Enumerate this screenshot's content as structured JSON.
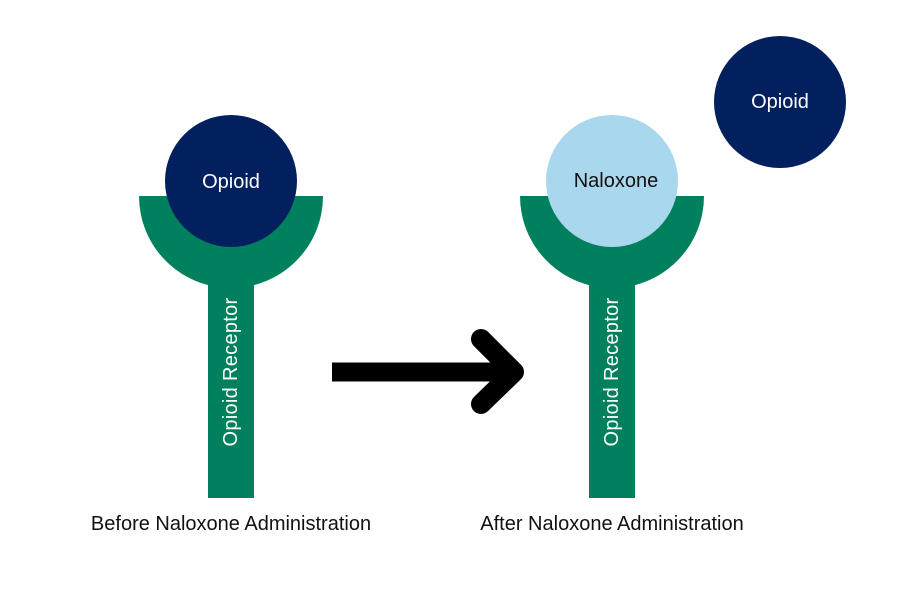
{
  "before": {
    "molecule_label": "Opioid",
    "receptor_label": "Opioid Receptor",
    "caption": "Before Naloxone Administration"
  },
  "after": {
    "molecule_label": "Naloxone",
    "receptor_label": "Opioid Receptor",
    "displaced_label": "Opioid",
    "caption": "After Naloxone Administration"
  },
  "colors": {
    "receptor": "#00805c",
    "opioid": "#02205e",
    "naloxone": "#a9d8ee",
    "arrow": "#000000",
    "text_on_dark": "#ffffff",
    "text_on_light": "#111111",
    "caption": "#111111"
  },
  "icons": {
    "arrow": "right-arrow-icon"
  }
}
